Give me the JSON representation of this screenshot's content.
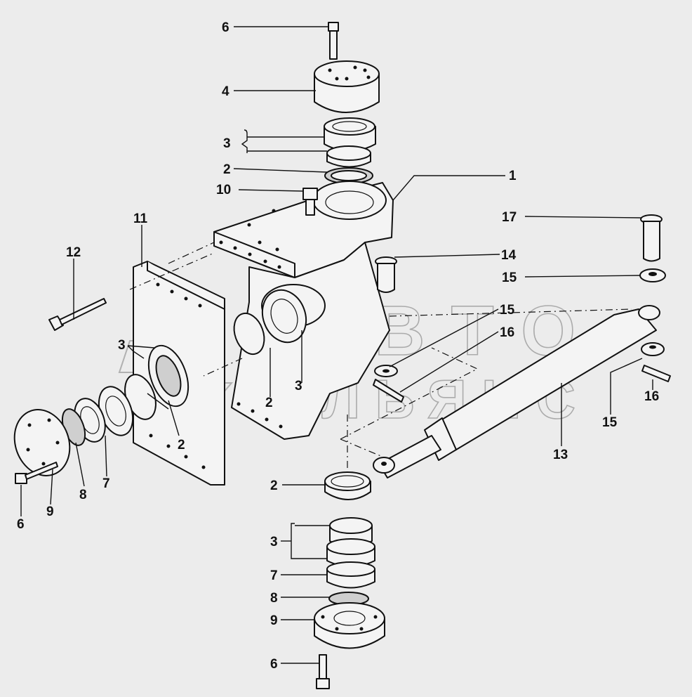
{
  "watermark": {
    "line1": "АВТО",
    "line2": "АЛЬЯНС"
  },
  "callouts": {
    "c1": "1",
    "c2_top": "2",
    "c2_left_a": "2",
    "c2_left_b": "2",
    "c2_bottom": "2",
    "c3_top": "3",
    "c3_left": "3",
    "c3_center": "3",
    "c3_bottom": "3",
    "c4": "4",
    "c6_top": "6",
    "c6_left": "6",
    "c6_bottom": "6",
    "c7_left": "7",
    "c7_bottom": "7",
    "c8_left": "8",
    "c8_bottom": "8",
    "c9_left": "9",
    "c9_bottom": "9",
    "c10": "10",
    "c11": "11",
    "c12": "12",
    "c13": "13",
    "c14": "14",
    "c15_a": "15",
    "c15_b": "15",
    "c15_c": "15",
    "c16_a": "16",
    "c16_b": "16",
    "c17": "17"
  }
}
